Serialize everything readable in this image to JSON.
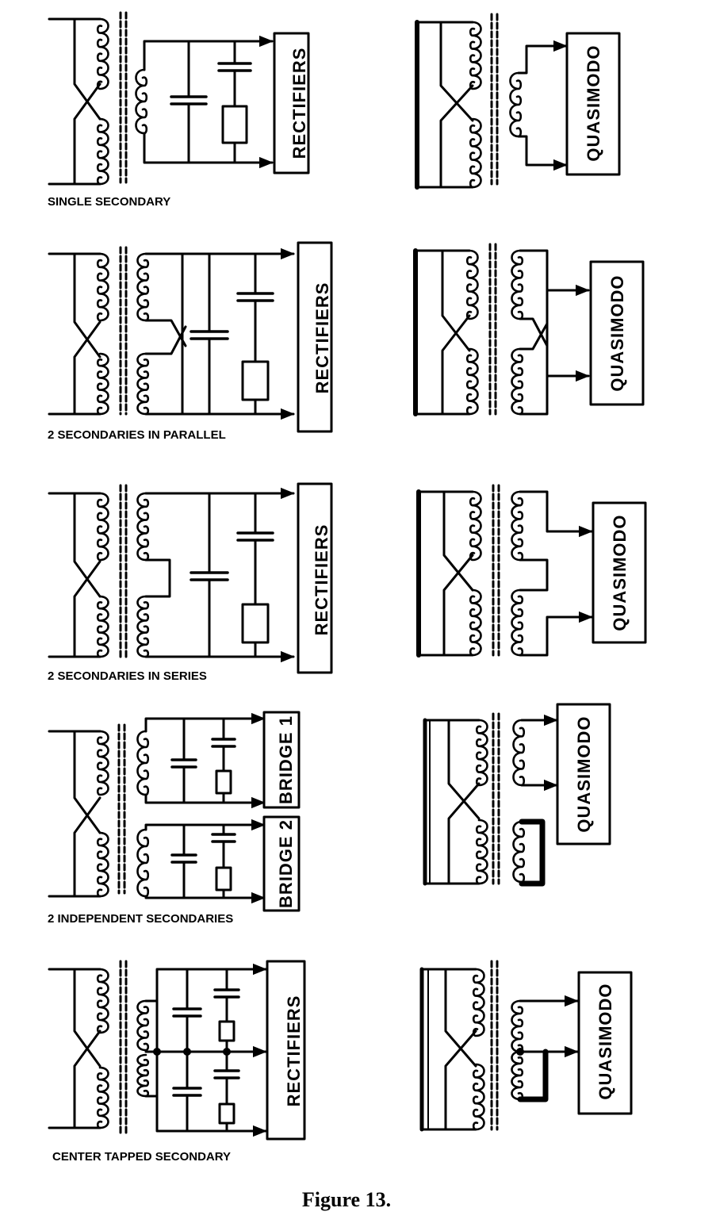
{
  "labels": {
    "single": "SINGLE  SECONDARY",
    "parallel": "2 SECONDARIES IN PARALLEL",
    "series": "2 SECONDARIES IN SERIES",
    "independent": "2 INDEPENDENT SECONDARIES",
    "center": "CENTER TAPPED SECONDARY"
  },
  "boxes": {
    "rectifiers": "RECTIFIERS",
    "quasimodo": "QUASIMODO",
    "bridge1": "BRIDGE 1",
    "bridge2": "BRIDGE 2"
  },
  "caption": "Figure 13."
}
